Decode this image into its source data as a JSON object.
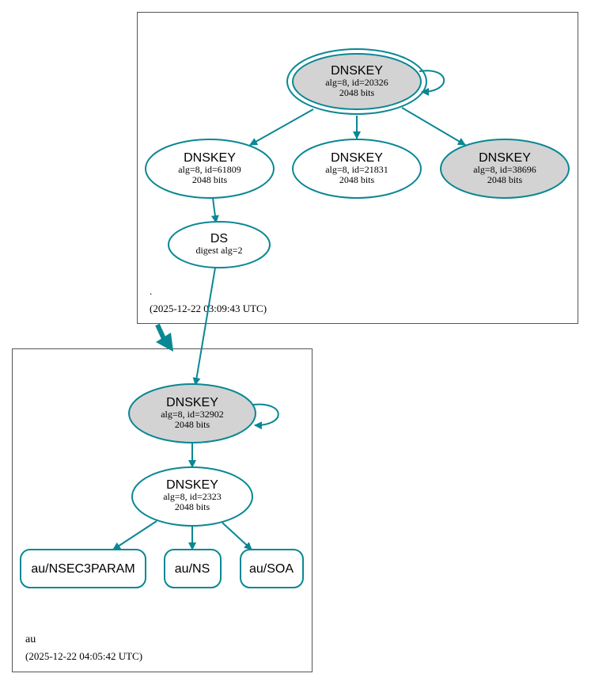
{
  "colors": {
    "edge": "#0a8794",
    "node_fill_gray": "#d3d3d3",
    "node_fill_white": "#ffffff",
    "cluster_border": "#555555",
    "text": "#000000"
  },
  "zones": [
    {
      "id": "root",
      "name": ".",
      "timestamp": "(2025-12-22 03:09:43 UTC)"
    },
    {
      "id": "au",
      "name": "au",
      "timestamp": "(2025-12-22 04:05:42 UTC)"
    }
  ],
  "nodes": {
    "root_ksk": {
      "title": "DNSKEY",
      "line1": "alg=8, id=20326",
      "line2": "2048 bits",
      "fill": "gray",
      "double_border": true
    },
    "root_zsk1": {
      "title": "DNSKEY",
      "line1": "alg=8, id=61809",
      "line2": "2048 bits",
      "fill": "white"
    },
    "root_zsk2": {
      "title": "DNSKEY",
      "line1": "alg=8, id=21831",
      "line2": "2048 bits",
      "fill": "white"
    },
    "root_ksk2": {
      "title": "DNSKEY",
      "line1": "alg=8, id=38696",
      "line2": "2048 bits",
      "fill": "gray"
    },
    "root_ds": {
      "title": "DS",
      "line1": "digest alg=2"
    },
    "au_ksk": {
      "title": "DNSKEY",
      "line1": "alg=8, id=32902",
      "line2": "2048 bits",
      "fill": "gray"
    },
    "au_zsk": {
      "title": "DNSKEY",
      "line1": "alg=8, id=2323",
      "line2": "2048 bits",
      "fill": "white"
    },
    "rr_nsec3param": {
      "label": "au/NSEC3PARAM"
    },
    "rr_ns": {
      "label": "au/NS"
    },
    "rr_soa": {
      "label": "au/SOA"
    }
  },
  "edges": [
    {
      "from": "root_ksk",
      "to": "root_ksk",
      "type": "self-loop"
    },
    {
      "from": "root_ksk",
      "to": "root_zsk1"
    },
    {
      "from": "root_ksk",
      "to": "root_zsk2"
    },
    {
      "from": "root_ksk",
      "to": "root_ksk2"
    },
    {
      "from": "root_zsk1",
      "to": "root_ds"
    },
    {
      "from": "root_ds",
      "to": "au_ksk"
    },
    {
      "from": "au_ksk",
      "to": "au_ksk",
      "type": "self-loop"
    },
    {
      "from": "au_ksk",
      "to": "au_zsk"
    },
    {
      "from": "au_zsk",
      "to": "rr_nsec3param"
    },
    {
      "from": "au_zsk",
      "to": "rr_ns"
    },
    {
      "from": "au_zsk",
      "to": "rr_soa"
    },
    {
      "from": "root",
      "to": "au",
      "type": "delegation"
    }
  ]
}
